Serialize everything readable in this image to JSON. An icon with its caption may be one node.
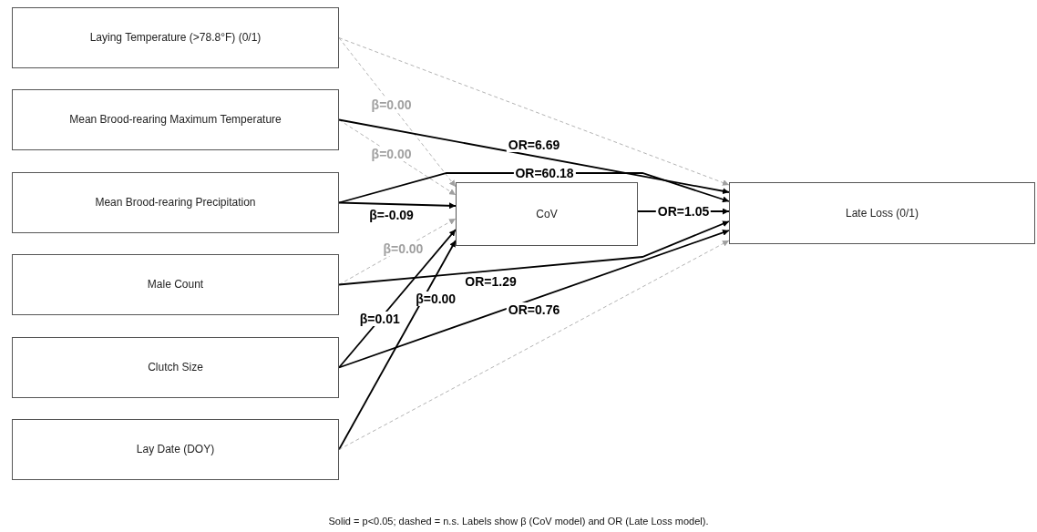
{
  "diagram": {
    "caption": "Solid = p<0.05; dashed = n.s.  Labels show β (CoV model) and OR (Late Loss model).",
    "nodes": [
      {
        "text": [
          "Laying Temperature (>78.8°F) (0/1)"
        ]
      },
      {
        "text": [
          "Mean Brood-rearing Maximum Temperature"
        ]
      },
      {
        "text": [
          "Mean Brood-rearing Precipitation"
        ]
      },
      {
        "text": [
          "Male Count"
        ]
      },
      {
        "text": [
          "Clutch Size"
        ]
      },
      {
        "text": [
          "Lay Date (DOY)"
        ]
      },
      {
        "text": [
          "CoV"
        ]
      },
      {
        "text": [
          "Late Loss (0/1)"
        ]
      }
    ],
    "edges": [
      {
        "from": 0,
        "to": 6,
        "arrow": "to",
        "label": "β=0.00",
        "style": "dashed",
        "color": "#a0a0a0"
      },
      {
        "from": 1,
        "to": 6,
        "arrow": "to",
        "label": "β=0.00",
        "style": "dashed",
        "color": "#a0a0a0"
      },
      {
        "from": 2,
        "to": 6,
        "arrow": "to",
        "label": "β=-0.09"
      },
      {
        "from": 3,
        "to": 6,
        "arrow": "to",
        "label": "β=0.00",
        "style": "dashed",
        "color": "#a0a0a0"
      },
      {
        "from": 4,
        "to": 6,
        "arrow": "to",
        "label": "β=0.01"
      },
      {
        "from": 5,
        "to": 6,
        "arrow": "to",
        "label": "β=0.00"
      },
      {
        "from": 0,
        "to": 7,
        "arrow": "to",
        "style": "dashed",
        "color": "#a0a0a0"
      },
      {
        "from": 1,
        "to": 7,
        "arrow": "to",
        "label": "OR=6.69"
      },
      {
        "from": 2,
        "to": 7,
        "arrow": "to",
        "label": "OR=60.18"
      },
      {
        "from": 6,
        "to": 7,
        "arrow": "to",
        "label": "OR=1.05"
      },
      {
        "from": 3,
        "to": 7,
        "arrow": "to",
        "label": "OR=1.29"
      },
      {
        "from": 4,
        "to": 7,
        "arrow": "to",
        "label": "OR=0.76"
      },
      {
        "from": 5,
        "to": 7,
        "arrow": "to",
        "style": "dashed",
        "color": "#a0a0a0"
      }
    ]
  }
}
